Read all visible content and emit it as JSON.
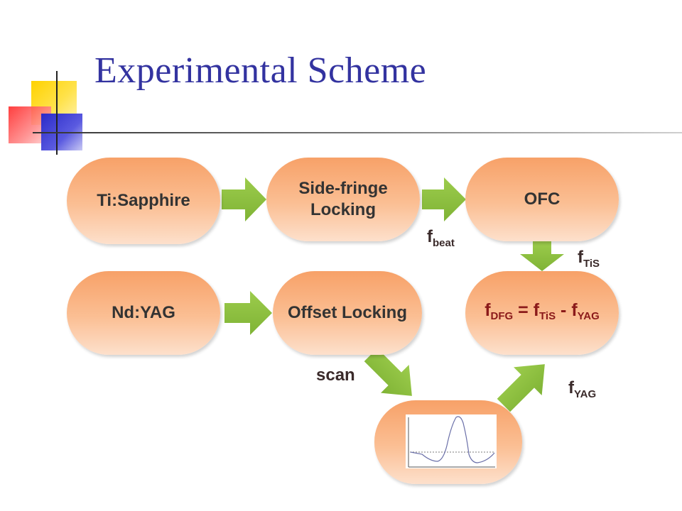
{
  "slide": {
    "title": "Experimental Scheme"
  },
  "boxes": {
    "ti_sapphire": "Ti:Sapphire",
    "side_fringe": "Side-fringe\nLocking",
    "ofc": "OFC",
    "nd_yag": "Nd:YAG",
    "offset_locking": "Offset Locking",
    "formula": {
      "f1": "f",
      "sub1": "DFG",
      "eq": " = f",
      "sub2": "TiS",
      "minus": " - f",
      "sub3": "YAG"
    }
  },
  "labels": {
    "fbeat": {
      "f": "f",
      "sub": "beat"
    },
    "ftis": {
      "f": "f",
      "sub": "TiS"
    },
    "fyag": {
      "f": "f",
      "sub": "YAG"
    },
    "scan": "scan"
  },
  "colors": {
    "title": "#3333a0",
    "arrow": "#8bbf3f",
    "box_top": "#f7a168",
    "box_bottom": "#fde0cc",
    "formula": "#8b1a1a"
  }
}
